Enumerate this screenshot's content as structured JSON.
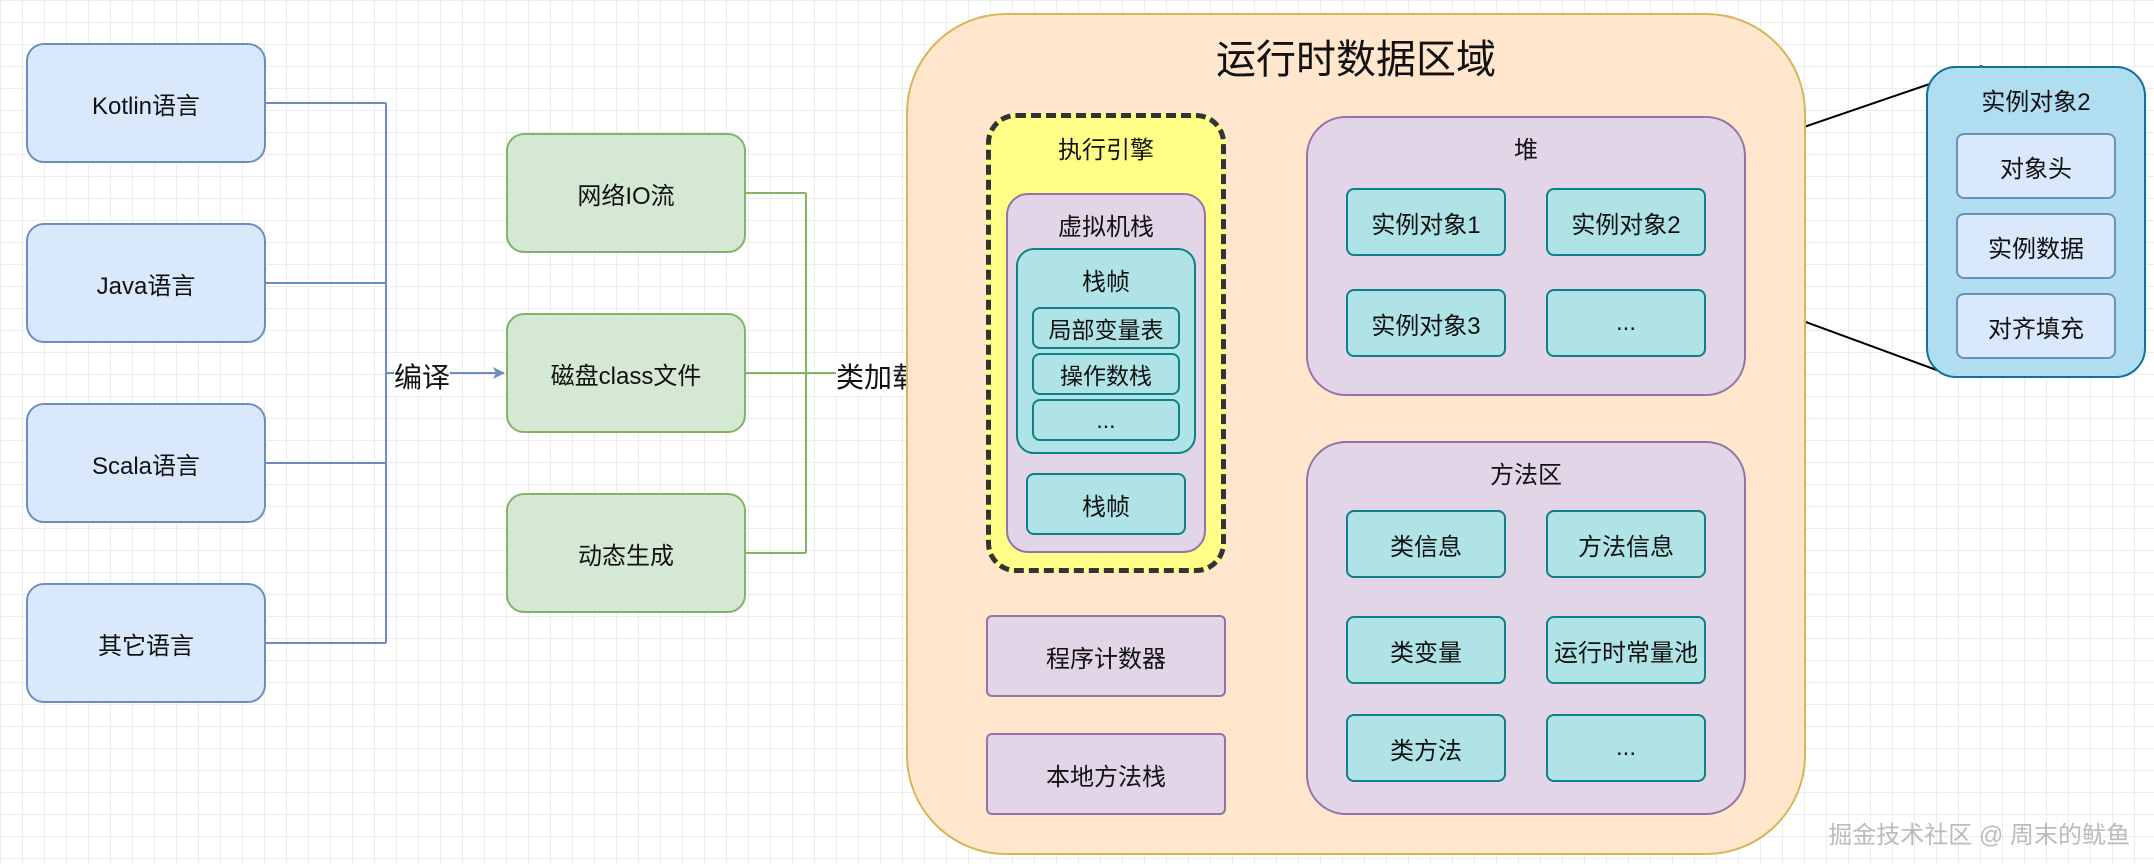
{
  "languages": [
    "Kotlin语言",
    "Java语言",
    "Scala语言",
    "其它语言"
  ],
  "compile_label": "编译",
  "sources": [
    "网络IO流",
    "磁盘class文件",
    "动态生成"
  ],
  "classload_label": "类加载",
  "runtime": {
    "title": "运行时数据区域",
    "engine": {
      "title": "执行引擎",
      "vm_stack": {
        "title": "虚拟机栈",
        "frame": {
          "title": "栈帧",
          "items": [
            "局部变量表",
            "操作数栈",
            "..."
          ]
        },
        "frame2": "栈帧"
      }
    },
    "pc": "程序计数器",
    "native_stack": "本地方法栈",
    "heap": {
      "title": "堆",
      "items": [
        "实例对象1",
        "实例对象2",
        "实例对象3",
        "..."
      ]
    },
    "method_area": {
      "title": "方法区",
      "items": [
        "类信息",
        "方法信息",
        "类变量",
        "运行时常量池",
        "类方法",
        "..."
      ]
    }
  },
  "instance_detail": {
    "title": "实例对象2",
    "items": [
      "对象头",
      "实例数据",
      "对齐填充"
    ]
  },
  "watermark": "掘金技术社区 @ 周末的鱿鱼",
  "colors": {
    "language_fill": "#dae8fc",
    "language_stroke": "#6c8ebf",
    "source_fill": "#d5e8d4",
    "source_stroke": "#82b366",
    "runtime_fill": "#ffe6cc",
    "runtime_stroke": "#d6b656",
    "engine_fill": "#ffff88",
    "container_fill": "#e1d5e7",
    "container_stroke": "#9673a6",
    "item_fill": "#b0e3e6",
    "item_stroke": "#0e8088",
    "detail_fill": "#b1ddf0",
    "detail_stroke": "#10739e"
  }
}
